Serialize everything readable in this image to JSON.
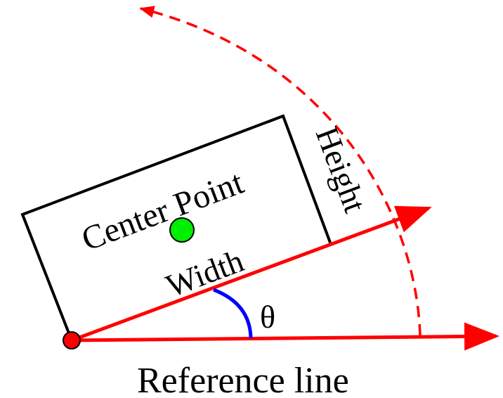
{
  "labels": {
    "center_point": "Center Point",
    "height": "Height",
    "width": "Width",
    "angle": "θ",
    "reference_line": "Reference line"
  },
  "colors": {
    "outline": "#000000",
    "vector": "#ff0000",
    "center_marker": "#00ee00",
    "angle_arc": "#0000ff",
    "background": "#ffffff"
  }
}
